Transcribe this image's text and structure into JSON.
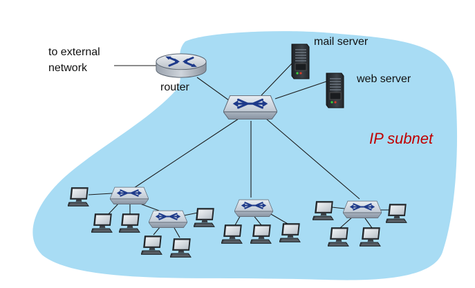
{
  "labels": {
    "external_line1": "to external",
    "external_line2": "network",
    "router": "router",
    "mail_server": "mail server",
    "web_server": "web server",
    "subnet": "IP subnet"
  },
  "colors": {
    "subnet_fill": "#a8dcf4",
    "subnet_label": "#c00000",
    "switch_body": "#c4ccd6",
    "switch_arrows": "#1e3a8a",
    "router_body": "#c8cdd4",
    "server_body": "#2f3338",
    "server_led_green": "#3bd13b",
    "server_led_red": "#d83a2a",
    "link_line": "#1a1a1a"
  },
  "icons": {
    "router": "router-icon",
    "switch": "switch-icon",
    "server": "server-icon",
    "host": "desktop-computer-icon"
  }
}
